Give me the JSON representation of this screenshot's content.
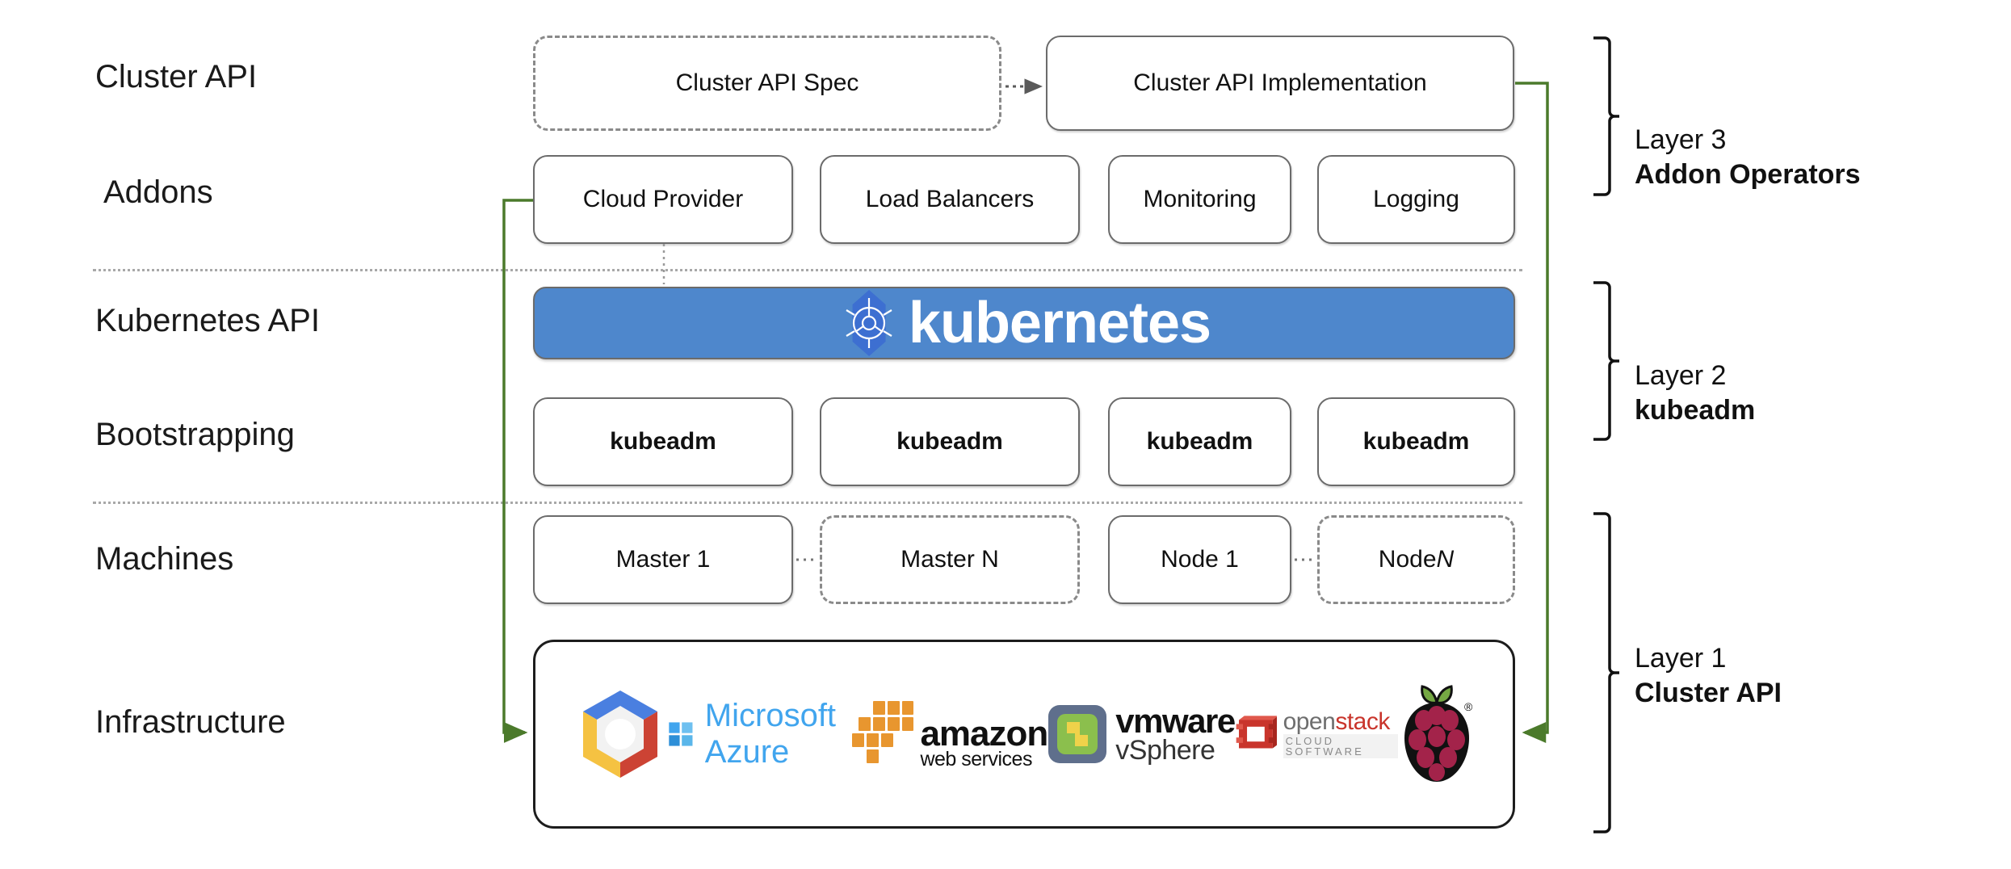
{
  "diagram": {
    "title": "Cluster API layered architecture",
    "accent_green": "#4b7a2b",
    "k8s_blue": "#4e87cc",
    "box_border": "#6b6b6b"
  },
  "row_labels": [
    {
      "id": "cluster-api",
      "text": "Cluster API"
    },
    {
      "id": "addons",
      "text": "Addons"
    },
    {
      "id": "kubernetes-api",
      "text": "Kubernetes API"
    },
    {
      "id": "bootstrapping",
      "text": "Bootstrapping"
    },
    {
      "id": "machines",
      "text": "Machines"
    },
    {
      "id": "infrastructure",
      "text": "Infrastructure"
    }
  ],
  "cluster_api_row": {
    "spec": "Cluster API Spec",
    "implementation": "Cluster API Implementation"
  },
  "addons_row": [
    "Cloud Provider",
    "Load Balancers",
    "Monitoring",
    "Logging"
  ],
  "kubernetes_banner": {
    "wordmark": "kubernetes",
    "logo": "kubernetes-helm-wheel"
  },
  "bootstrapping_row": [
    "kubeadm",
    "kubeadm",
    "kubeadm",
    "kubeadm"
  ],
  "machines_row": [
    {
      "label": "Master 1",
      "style": "solid",
      "italic_suffix": ""
    },
    {
      "label": "Master N",
      "style": "dashed",
      "italic_suffix": ""
    },
    {
      "label": "Node 1",
      "style": "solid",
      "italic_suffix": ""
    },
    {
      "label": "Node ",
      "style": "dashed",
      "italic_suffix": "N"
    }
  ],
  "infrastructure_logos": [
    {
      "id": "google-cloud-logo",
      "name": "Google Cloud Platform"
    },
    {
      "id": "microsoft-azure-logo",
      "name": "Microsoft Azure",
      "text": "Microsoft Azure"
    },
    {
      "id": "aws-logo",
      "name": "amazon web services",
      "text_top": "amazon",
      "text_bottom": "web services"
    },
    {
      "id": "vmware-vsphere-logo",
      "name": "vmware vSphere",
      "text_top": "vmware",
      "text_bottom": "vSphere"
    },
    {
      "id": "openstack-logo",
      "name": "openstack cloud software",
      "text_top": "openstack",
      "text_bottom": "CLOUD SOFTWARE"
    },
    {
      "id": "raspberry-pi-logo",
      "name": "Raspberry Pi"
    }
  ],
  "layers": [
    {
      "id": "layer-3",
      "number": "Layer 3",
      "name": "Addon Operators"
    },
    {
      "id": "layer-2",
      "number": "Layer 2",
      "name": "kubeadm"
    },
    {
      "id": "layer-1",
      "number": "Layer 1",
      "name": "Cluster API"
    }
  ]
}
